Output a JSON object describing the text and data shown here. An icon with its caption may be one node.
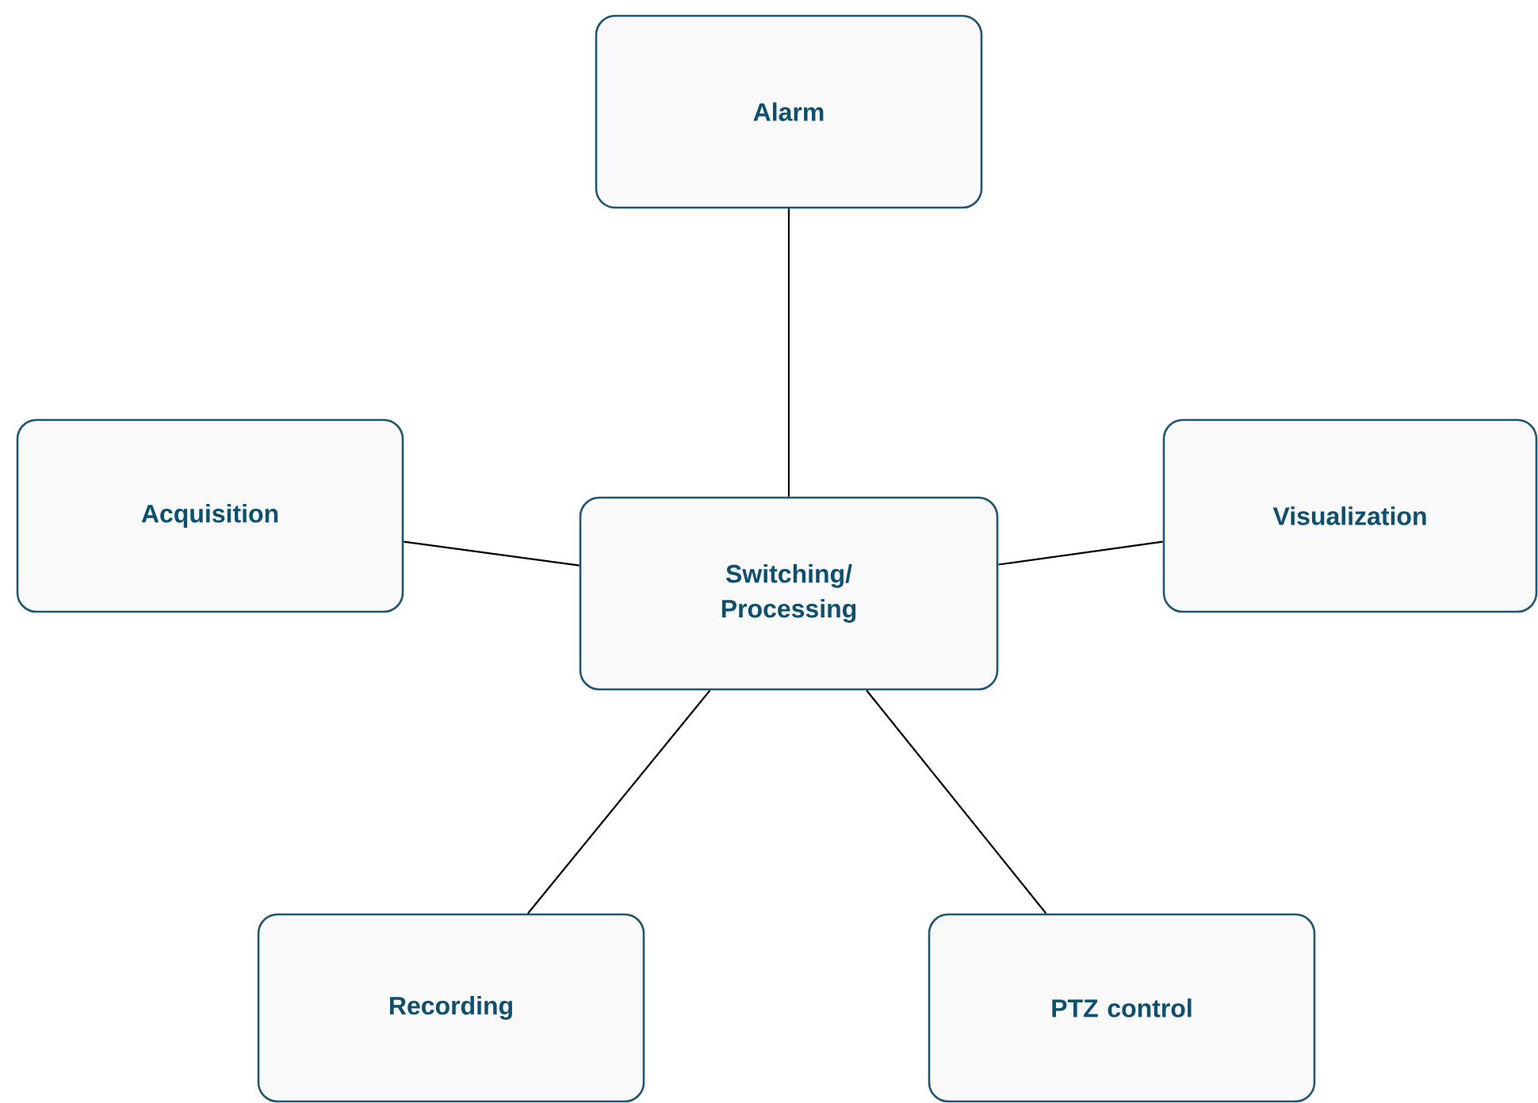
{
  "diagram": {
    "nodes": [
      {
        "text": [
          "Alarm"
        ]
      },
      {
        "text": [
          "Acquisition"
        ]
      },
      {
        "text": [
          "Switching/ Processing"
        ]
      },
      {
        "text": [
          "Visualization"
        ]
      },
      {
        "text": [
          "Recording"
        ]
      },
      {
        "text": [
          "PTZ control"
        ]
      }
    ],
    "edges": [
      {
        "from": 2,
        "to": 0,
        "arrow": "none"
      },
      {
        "from": 2,
        "to": 1,
        "arrow": "none"
      },
      {
        "from": 2,
        "to": 3,
        "arrow": "none"
      },
      {
        "from": 2,
        "to": 4,
        "arrow": "none"
      },
      {
        "from": 2,
        "to": 5,
        "arrow": "none"
      }
    ]
  }
}
